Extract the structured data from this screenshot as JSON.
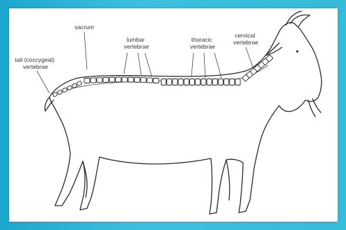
{
  "labels": {
    "sacrum": "sacrum",
    "tail": "tail (coccygeal) vertebrae",
    "lumbar": "lumbar vertebrae",
    "thoracic": "thoracic vertebrae",
    "cervical": "cervical vertebrae"
  },
  "colors": {
    "background": "#2ab3d6",
    "panel": "#ffffff",
    "line": "#2a2a2a"
  }
}
